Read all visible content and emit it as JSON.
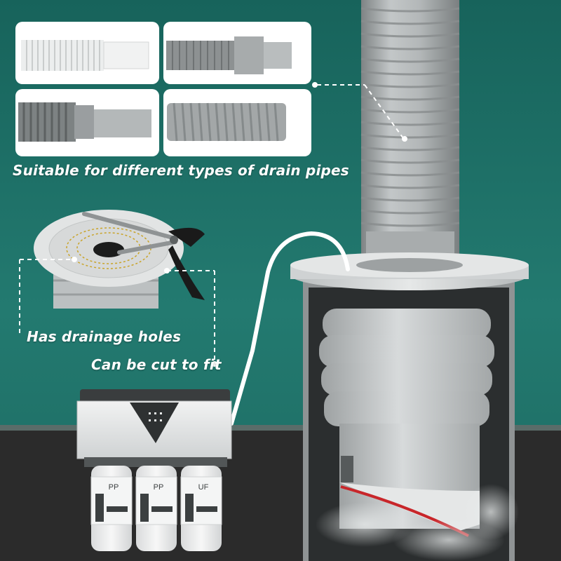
{
  "captions": {
    "pipe_types": "Suitable for different types of drain pipes",
    "drainage_holes": "Has drainage holes",
    "cut_to_fit": "Can be cut to fit"
  },
  "filter_labels": {
    "left": "PP",
    "middle": "PP",
    "right": "UF"
  },
  "colors": {
    "background": "#1f6f66",
    "floor": "#2b2b2b",
    "pipe_gray": "#a9adae",
    "seal_light": "#d9dcdc",
    "accent_red": "#c8262a"
  }
}
